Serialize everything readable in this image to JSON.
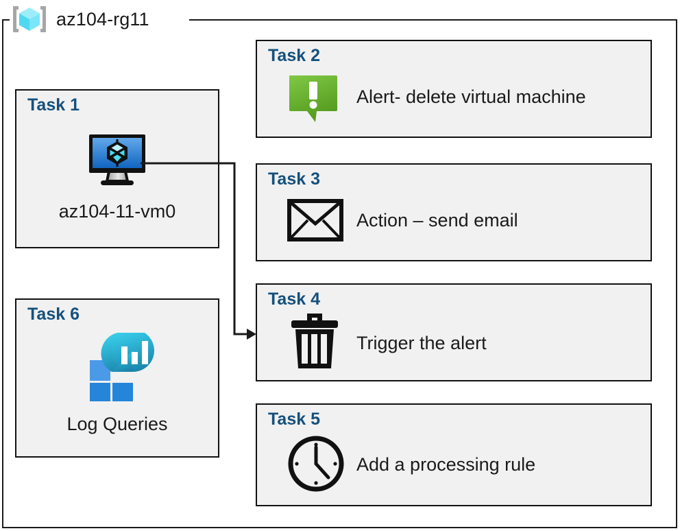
{
  "resource_group": {
    "name": "az104-rg11",
    "icon": "azure-resource-group-icon"
  },
  "colors": {
    "task_title": "#15507d",
    "card_fill": "#f1f1f1",
    "card_border": "#111111",
    "alert_green_light": "#7ac143",
    "alert_green_dark": "#579c22",
    "vm_blue_light": "#59a5e8",
    "vm_blue_dark": "#1565c0",
    "log_cyan": "#34cbe8",
    "log_teal": "#1c86ad",
    "log_tile_light": "#4a9ae8",
    "log_tile_dark": "#2585d8",
    "cube_cyan": "#6fe4f5",
    "connector": "#1a1a1a"
  },
  "cards": {
    "task1": {
      "title": "Task 1",
      "caption": "az104-11-vm0",
      "icon": "virtual-machine-icon"
    },
    "task2": {
      "title": "Task 2",
      "caption": "Alert- delete virtual machine",
      "icon": "alert-exclamation-icon"
    },
    "task3": {
      "title": "Task 3",
      "caption": "Action – send email",
      "icon": "envelope-icon"
    },
    "task4": {
      "title": "Task 4",
      "caption": "Trigger the alert",
      "icon": "trash-delete-icon"
    },
    "task5": {
      "title": "Task 5",
      "caption": "Add a processing rule",
      "icon": "clock-icon"
    },
    "task6": {
      "title": "Task 6",
      "caption": "Log Queries",
      "icon": "log-analytics-icon"
    }
  },
  "connector": {
    "from": "task1-vm-icon",
    "to": "task4-card",
    "arrow": "arrowhead-right"
  }
}
